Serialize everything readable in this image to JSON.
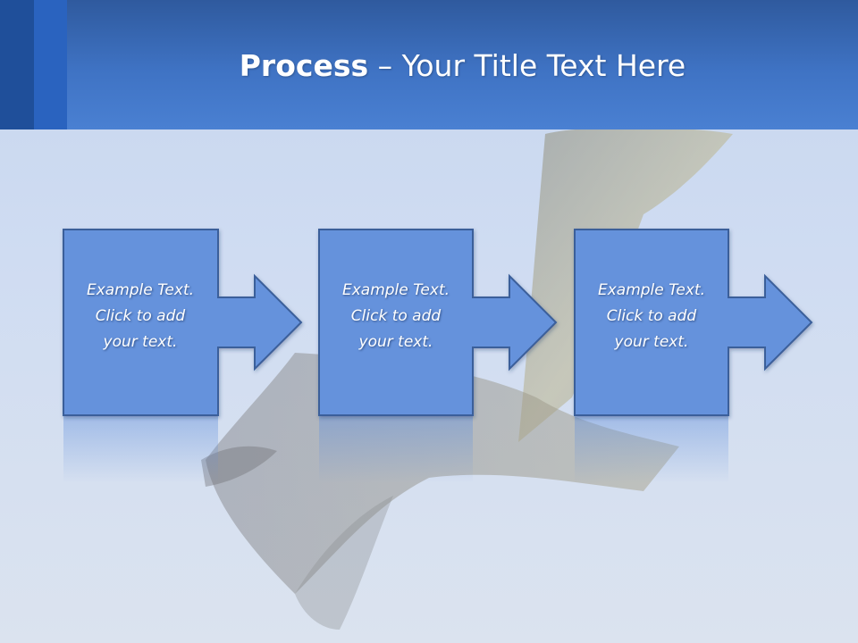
{
  "slide": {
    "title_bold": "Process",
    "title_rest": " – Your Title Text Here"
  },
  "steps": [
    {
      "line1": "Example Text.",
      "line2": "Click  to add",
      "line3": "your text."
    },
    {
      "line1": "Example Text.",
      "line2": "Click  to add",
      "line3": "your text."
    },
    {
      "line1": "Example Text.",
      "line2": "Click  to add",
      "line3": "your text."
    }
  ],
  "colors": {
    "header": "#3f73c4",
    "box_fill": "#6592dc",
    "box_stroke": "#3b5e9a",
    "background": "#cfdcf2"
  }
}
